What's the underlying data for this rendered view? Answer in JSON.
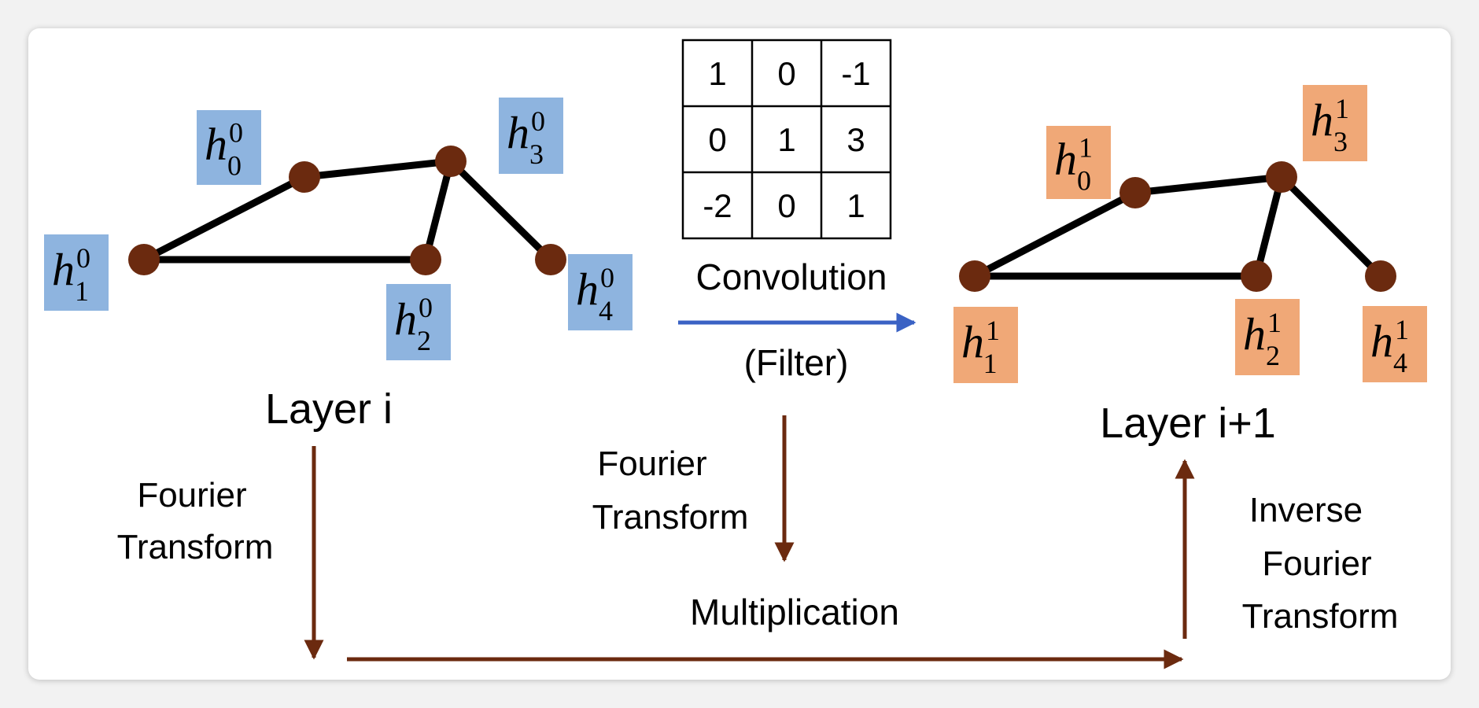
{
  "colors": {
    "node": "#6b2a0f",
    "edge": "#000000",
    "input_label_bg": "#8eb4df",
    "output_label_bg": "#f0a877",
    "brown_arrow": "#6b2a0f",
    "blue_arrow": "#3a62c4"
  },
  "input_nodes": [
    {
      "base": "h",
      "sub": "0",
      "sup": "0"
    },
    {
      "base": "h",
      "sub": "1",
      "sup": "0"
    },
    {
      "base": "h",
      "sub": "2",
      "sup": "0"
    },
    {
      "base": "h",
      "sub": "3",
      "sup": "0"
    },
    {
      "base": "h",
      "sub": "4",
      "sup": "0"
    }
  ],
  "output_nodes": [
    {
      "base": "h",
      "sub": "0",
      "sup": "1"
    },
    {
      "base": "h",
      "sub": "1",
      "sup": "1"
    },
    {
      "base": "h",
      "sub": "2",
      "sup": "1"
    },
    {
      "base": "h",
      "sub": "3",
      "sup": "1"
    },
    {
      "base": "h",
      "sub": "4",
      "sup": "1"
    }
  ],
  "edges": [
    [
      1,
      0
    ],
    [
      0,
      3
    ],
    [
      3,
      2
    ],
    [
      2,
      1
    ],
    [
      3,
      4
    ]
  ],
  "filter_matrix": [
    [
      "1",
      "0",
      "-1"
    ],
    [
      "0",
      "1",
      "3"
    ],
    [
      "-2",
      "0",
      "1"
    ]
  ],
  "labels": {
    "layer_in": "Layer i",
    "layer_out": "Layer i+1",
    "convolution": "Convolution",
    "filter": "(Filter)",
    "fourier_left": [
      "Fourier",
      "Transform"
    ],
    "fourier_mid": [
      "Fourier",
      "Transform"
    ],
    "multiplication": "Multiplication",
    "inverse_fourier": [
      "Inverse",
      "Fourier",
      "Transform"
    ]
  }
}
